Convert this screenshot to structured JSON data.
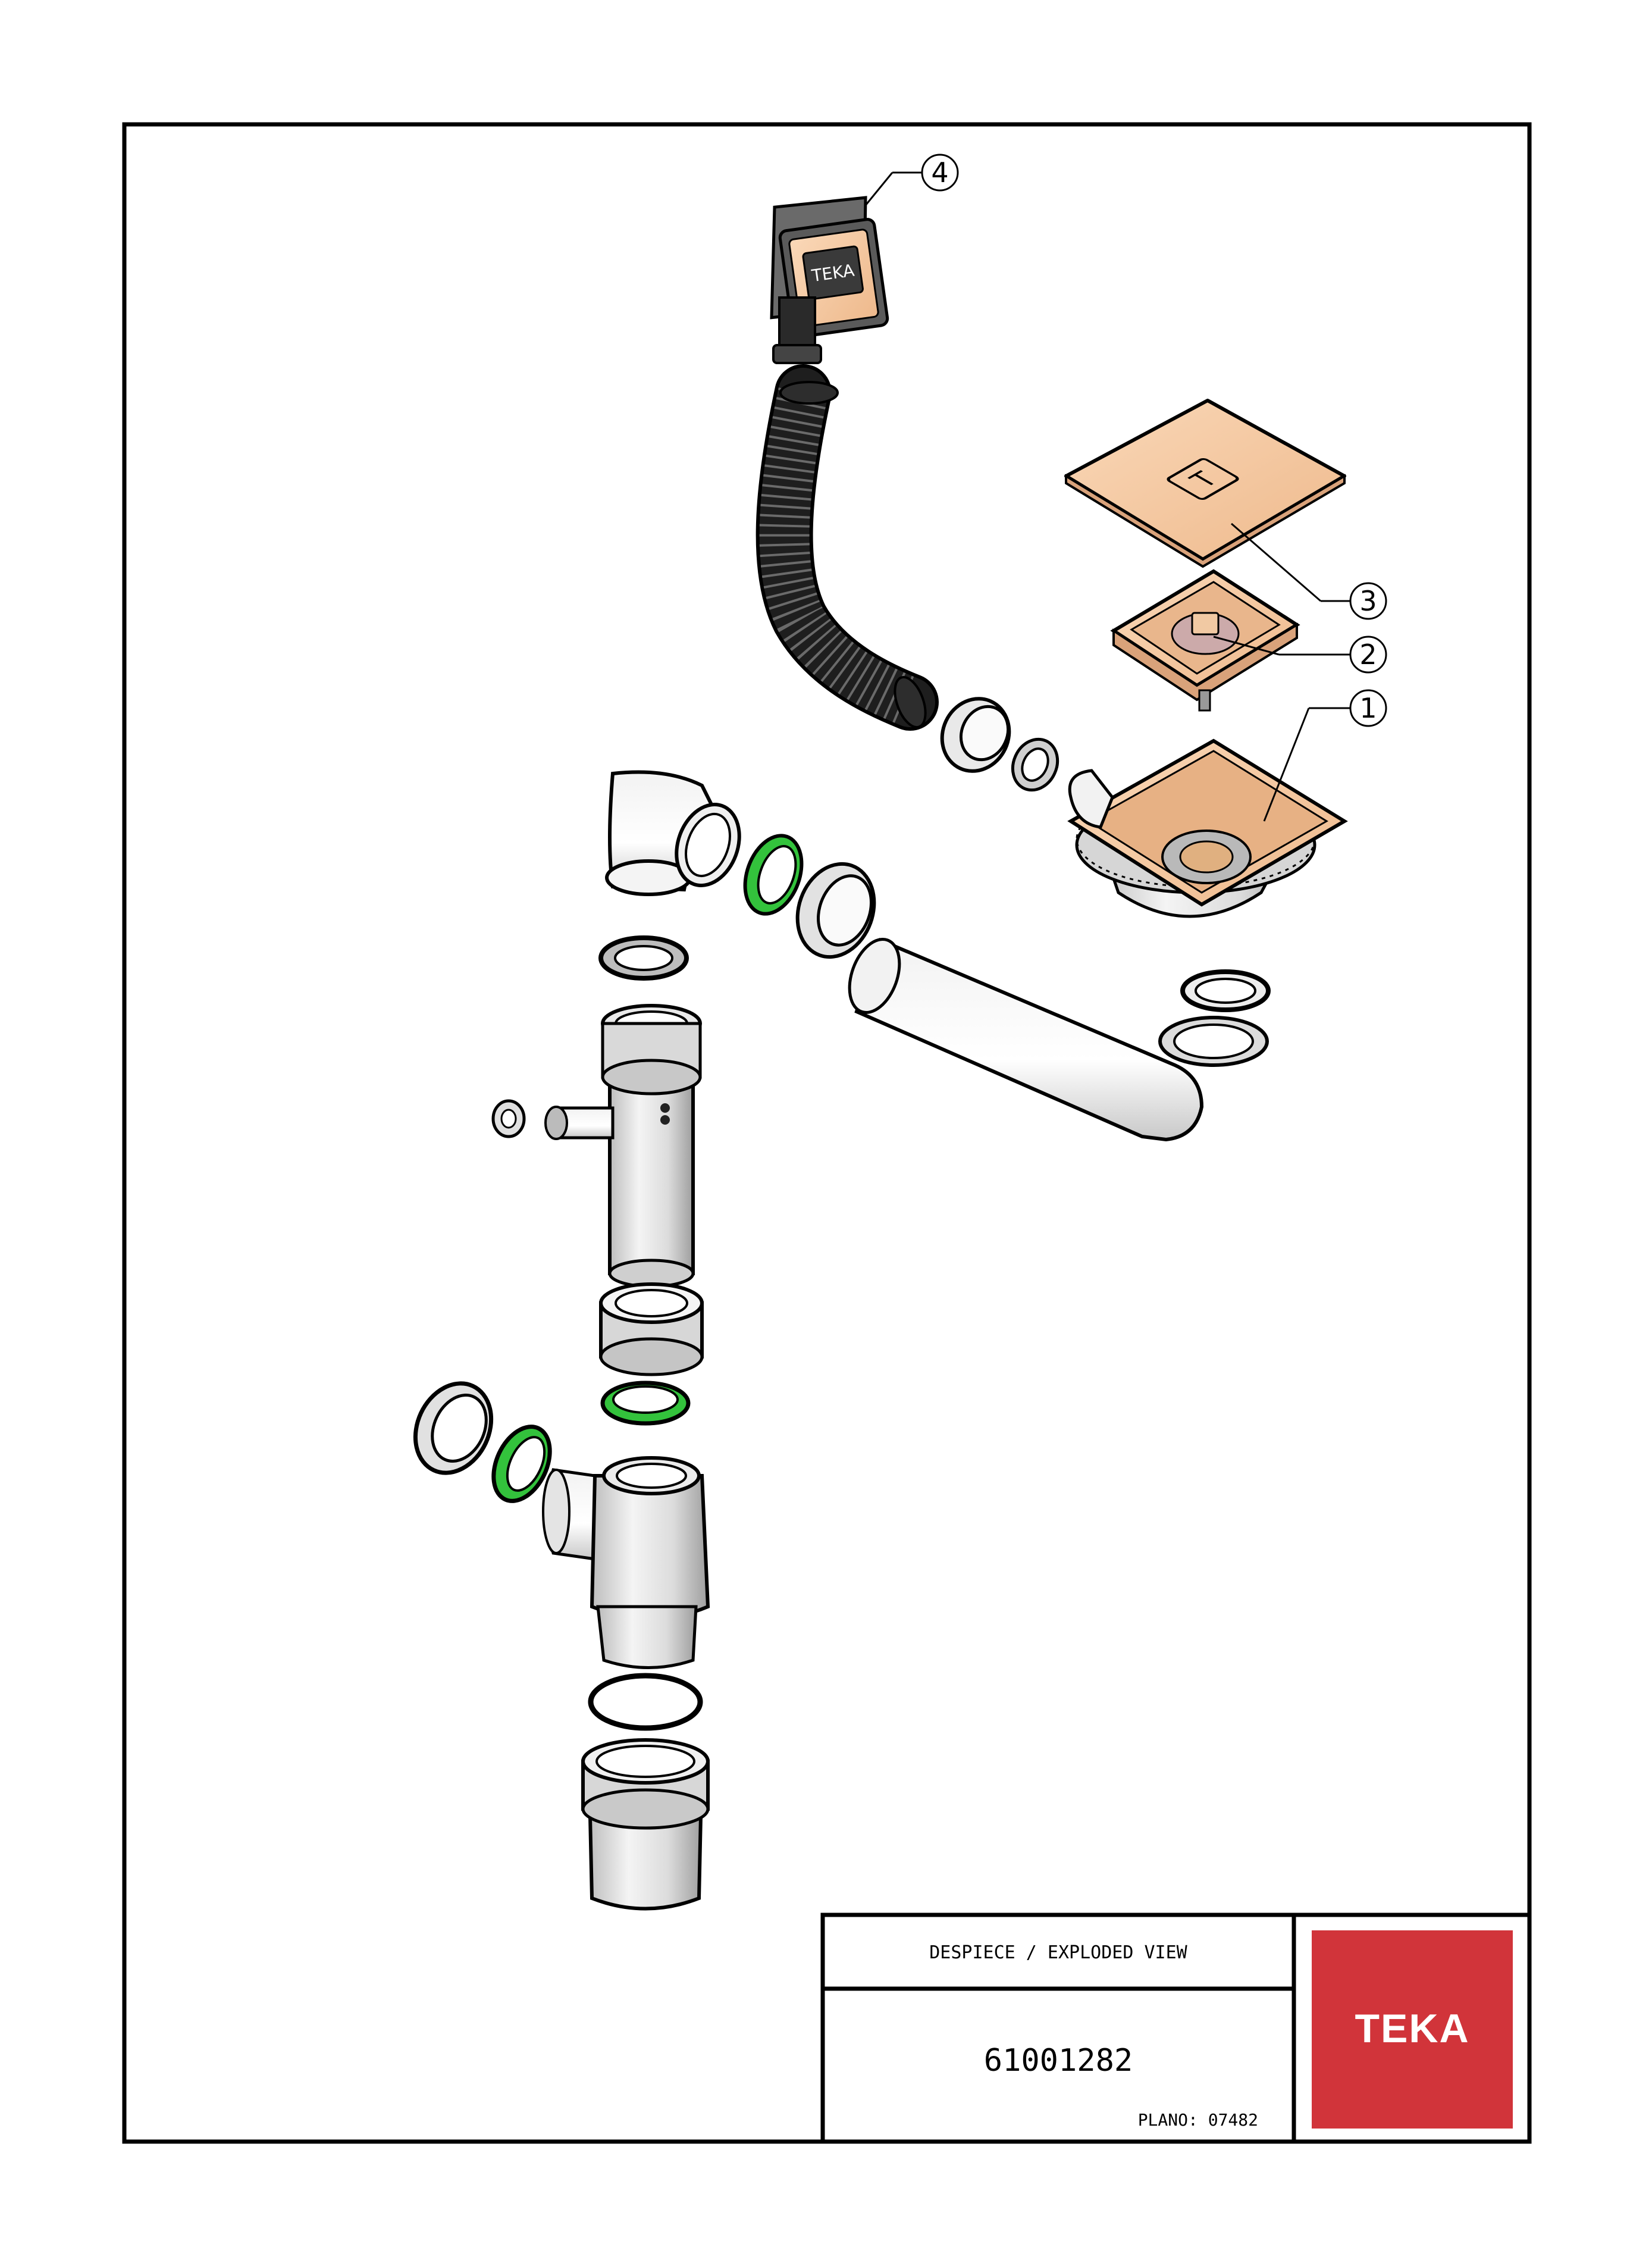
{
  "title_block": {
    "description": "DESPIECE / EXPLODED VIEW",
    "part_number": "61001282",
    "plan": "PLANO: 07482"
  },
  "brand": {
    "name": "TEKA",
    "color": "#D1343A"
  },
  "callouts": [
    "1",
    "2",
    "3",
    "4"
  ],
  "colors": {
    "copper": "#F5C7A0",
    "seal_green": "#33C23C",
    "hose": "#1A1A1A",
    "line": "#000000"
  },
  "overflow_label": "TEKA",
  "plate_logo": "T"
}
